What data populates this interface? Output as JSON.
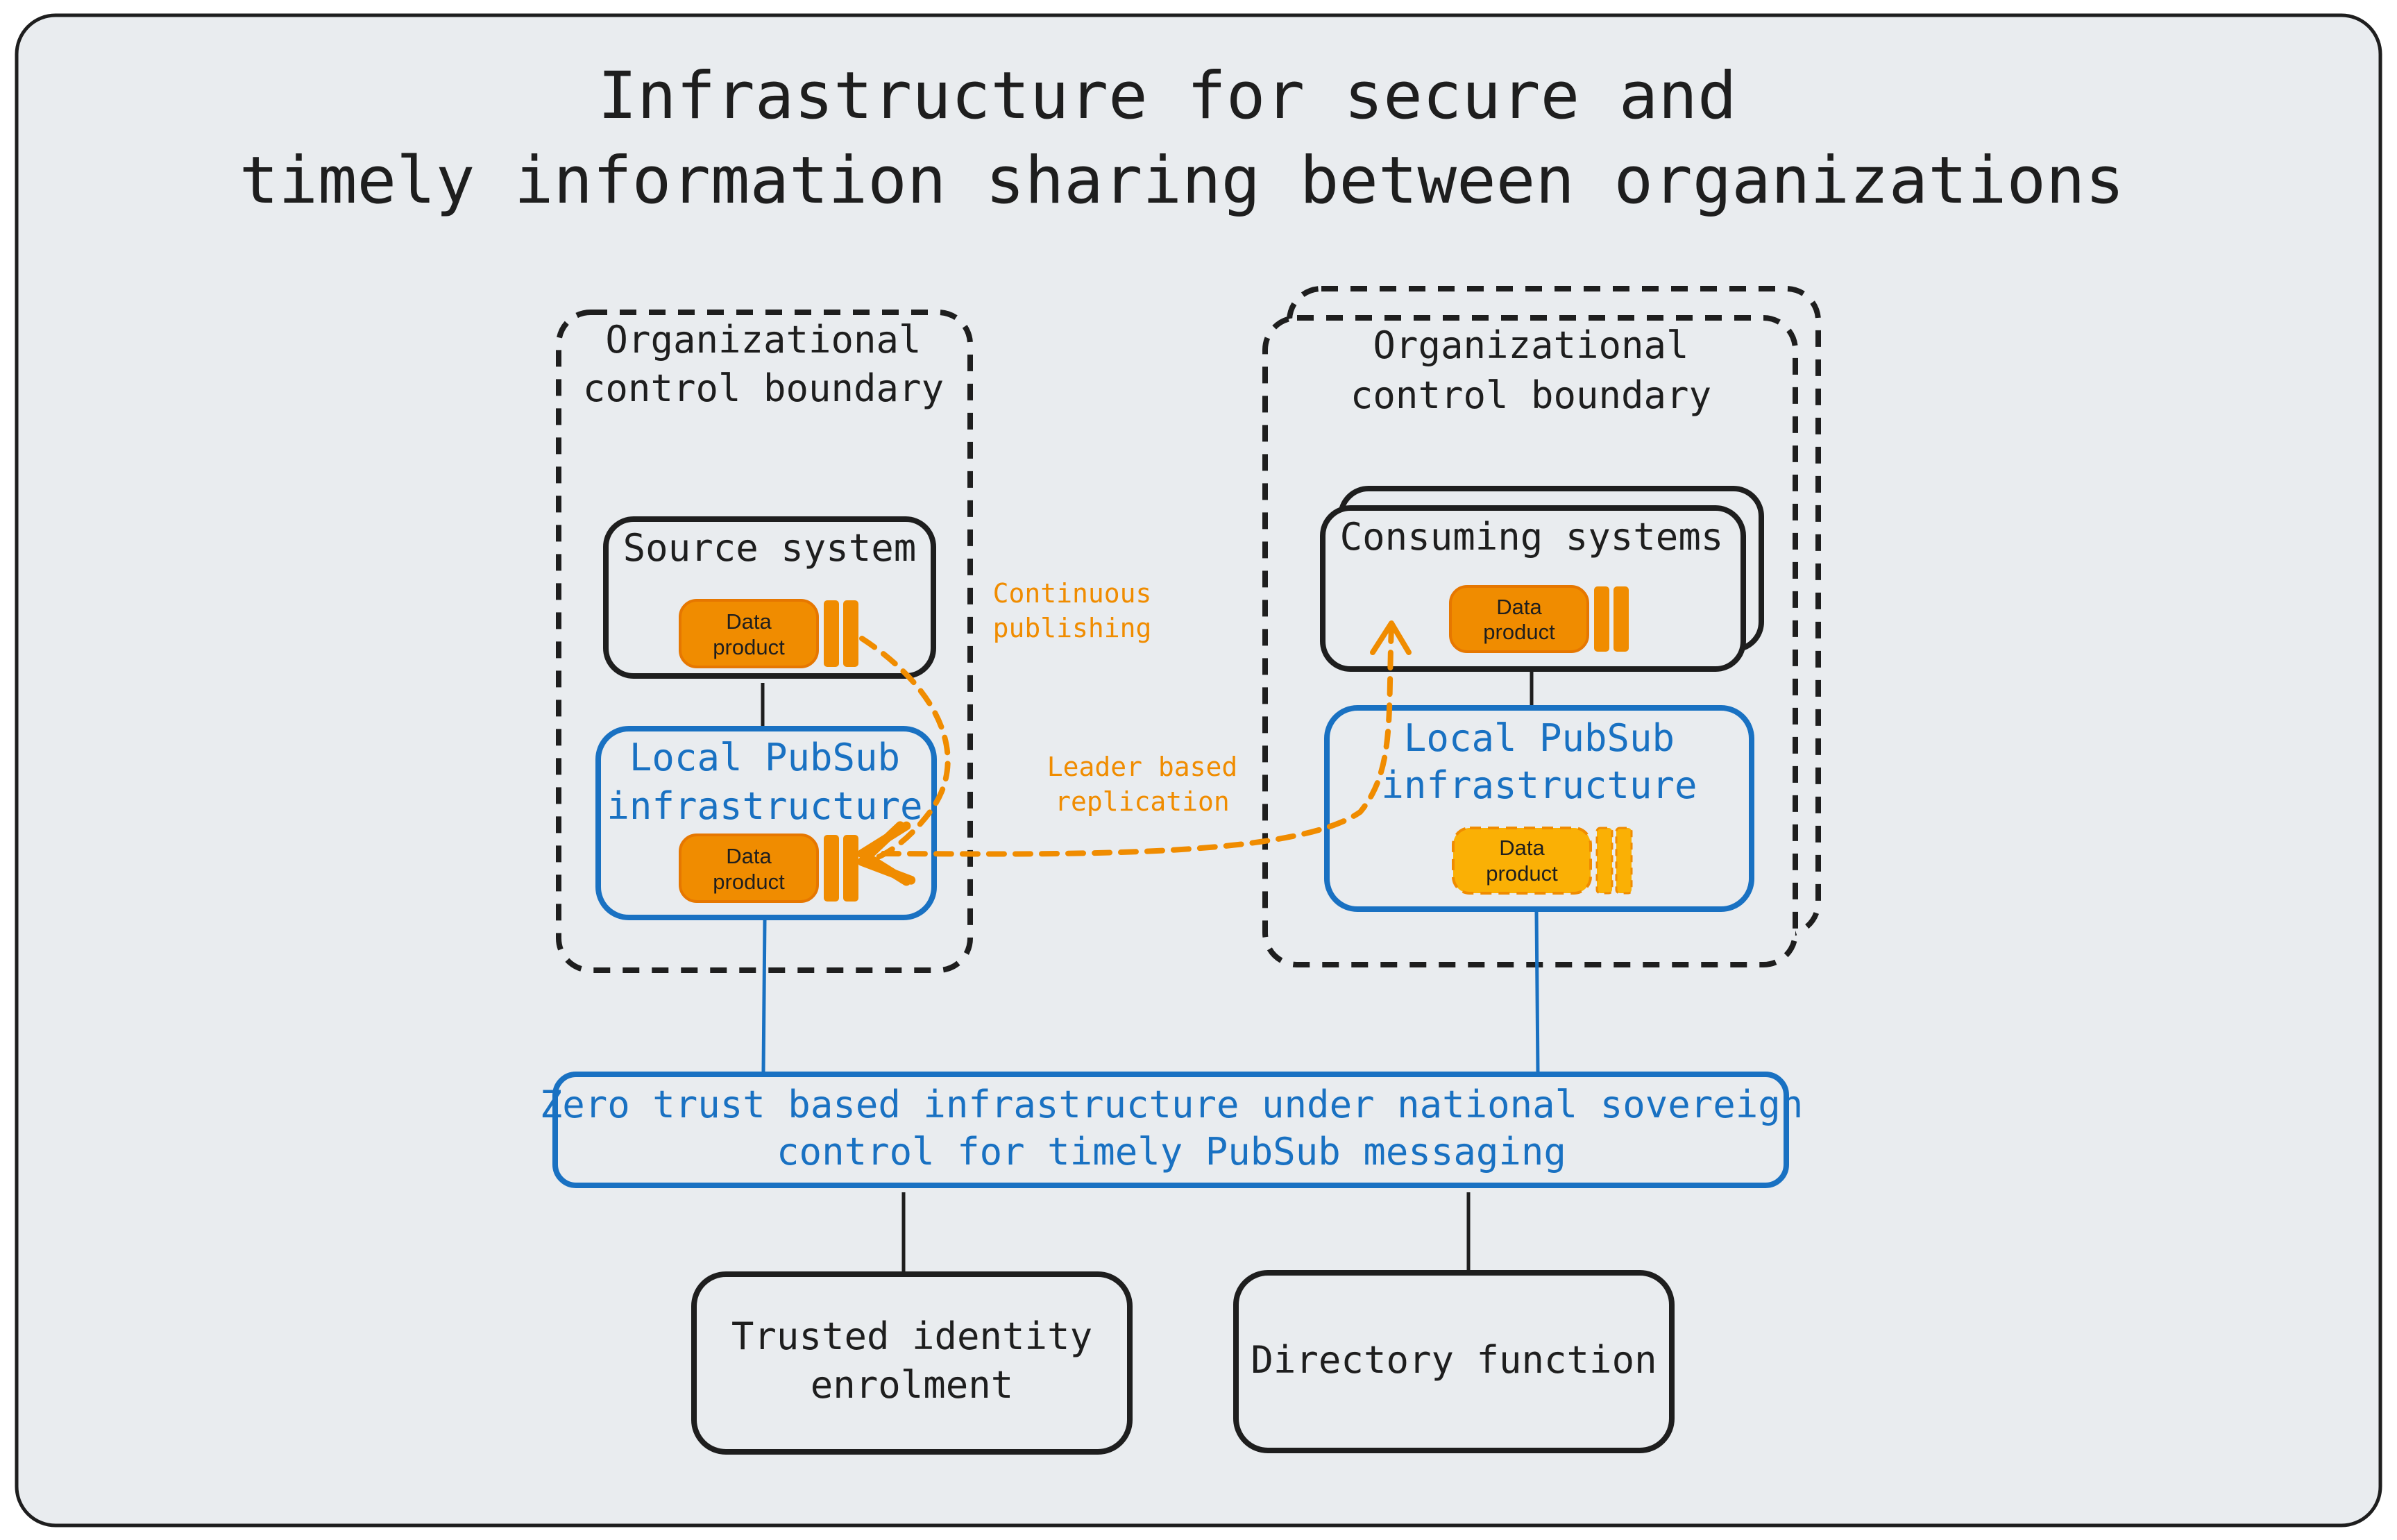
{
  "colors": {
    "canvas": "#e9ecef",
    "ink": "#1e1e1e",
    "blue": "#1971c2",
    "orange": "#f08c00",
    "data_product_fill": "#f08c00",
    "data_product_replica_fill": "#fab005"
  },
  "title": {
    "line1": "Infrastructure for secure and",
    "line2": "timely information sharing between organizations"
  },
  "left_org": {
    "boundary_line1": "Organizational",
    "boundary_line2": "control boundary",
    "source_system": "Source system",
    "source_data_product": {
      "line1": "Data",
      "line2": "product"
    },
    "pubsub_line1": "Local PubSub",
    "pubsub_line2": "infrastructure",
    "pubsub_data_product": {
      "line1": "Data",
      "line2": "product"
    }
  },
  "right_org": {
    "boundary_line1": "Organizational",
    "boundary_line2": "control boundary",
    "consuming_systems": "Consuming systems",
    "consumer_data_product": {
      "line1": "Data",
      "line2": "product"
    },
    "pubsub_line1": "Local PubSub",
    "pubsub_line2": "infrastructure",
    "pubsub_data_product": {
      "line1": "Data",
      "line2": "product"
    }
  },
  "annotations": {
    "publishing_line1": "Continuous",
    "publishing_line2": "publishing",
    "replication_line1": "Leader based",
    "replication_line2": "replication"
  },
  "zero_trust": {
    "line1": "Zero trust based infrastructure under national sovereign",
    "line2": "control for timely PubSub messaging"
  },
  "trusted_identity": {
    "line1": "Trusted identity",
    "line2": "enrolment"
  },
  "directory": {
    "label": "Directory function"
  }
}
